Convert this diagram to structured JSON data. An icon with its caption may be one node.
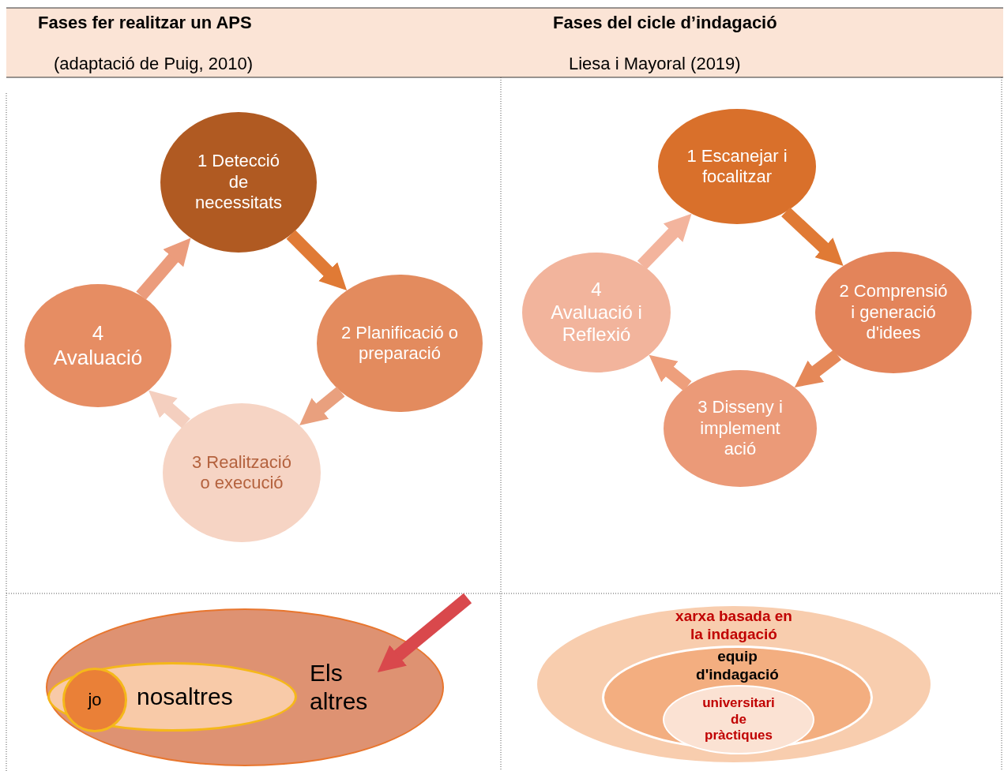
{
  "diagram": {
    "nodes": [
      {
        "text": [
          "1 Detecció de necessitats"
        ]
      },
      {
        "text": [
          "2 Planificació o preparació"
        ]
      },
      {
        "text": [
          "3 Realització o execució"
        ]
      },
      {
        "text": [
          "4 Avaluació"
        ]
      },
      {
        "text": [
          "1 Escanejar i focalitzar"
        ]
      },
      {
        "text": [
          "2 Comprensió i generació d'idees"
        ]
      },
      {
        "text": [
          "3 Disseny i implement ació"
        ]
      },
      {
        "text": [
          "4 Avaluació i Reflexió"
        ]
      },
      {
        "text": [
          "Els altres"
        ]
      },
      {
        "text": [
          "nosaltres"
        ],
        "in": 8
      },
      {
        "text": [
          "jo"
        ],
        "in": 9
      },
      {
        "text": [
          "xarxa basada en la indagació"
        ]
      },
      {
        "text": [
          "equip d'indagació"
        ],
        "in": 11
      },
      {
        "text": [
          "universitari de pràctiques"
        ],
        "in": 12
      }
    ],
    "edges": [
      {
        "from": 0,
        "to": 1,
        "arrow": "to",
        "color": "#e07a35"
      },
      {
        "from": 1,
        "to": 2,
        "arrow": "to",
        "color": "#e9a07e"
      },
      {
        "from": 2,
        "to": 3,
        "arrow": "to",
        "color": "#f4cfbf"
      },
      {
        "from": 3,
        "to": 0,
        "arrow": "to",
        "color": "#eb9c7c"
      },
      {
        "from": 4,
        "to": 5,
        "arrow": "to",
        "color": "#e07a35"
      },
      {
        "from": 5,
        "to": 6,
        "arrow": "to",
        "color": "#e58858"
      },
      {
        "from": 6,
        "to": 7,
        "arrow": "to",
        "color": "#ee9f7c"
      },
      {
        "from": 7,
        "to": 4,
        "arrow": "to",
        "color": "#f3b49d"
      },
      {
        "from": null,
        "to": 8,
        "arrow": "to",
        "color": "#d9484c"
      }
    ],
    "labels": [
      "Fases fer realitzar un APS",
      "Fases del cicle d’indagació",
      "(adaptació de Puig, 2010)",
      "Liesa i Mayoral (2019)"
    ]
  }
}
